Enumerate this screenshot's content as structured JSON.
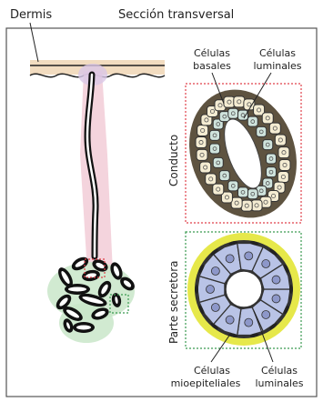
{
  "labels": {
    "dermis": "Dermis",
    "cross_section": "Sección transversal",
    "duct": "Conducto",
    "secretory": "Parte secretora",
    "basal_line1": "Células",
    "basal_line2": "basales",
    "luminal_top_line1": "Células",
    "luminal_top_line2": "luminales",
    "myo_line1": "Células",
    "myo_line2": "mioepiteliales",
    "luminal_bottom_line1": "Células",
    "luminal_bottom_line2": "luminales"
  },
  "colors": {
    "duct_box": "#e0404a",
    "secretory_box": "#3a9a50",
    "duct_outer": "#5e5340",
    "basal_cell": "#f4ecd2",
    "luminal_cell": "#cfe3dc",
    "secretory_ring": "#e6e84a",
    "secretory_cell": "#b9c3e6",
    "skin": "#f2dcc0",
    "gland_halo": "#c9e6c9",
    "duct_halo": "#f1c9d4"
  }
}
